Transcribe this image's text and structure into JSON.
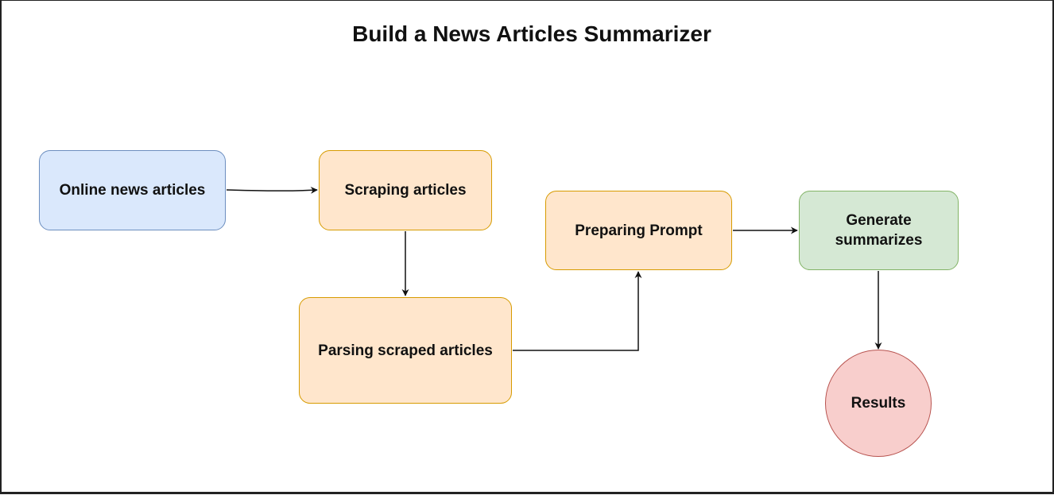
{
  "title": "Build a News Articles Summarizer",
  "nodes": {
    "online": "Online news articles",
    "scraping": "Scraping articles",
    "parsing": "Parsing scraped articles",
    "prompt": "Preparing Prompt",
    "generate": "Generate summarizes",
    "results": "Results"
  },
  "colors": {
    "blue_fill": "#dae8fc",
    "blue_stroke": "#6c8ebf",
    "orange_fill": "#ffe6cc",
    "orange_stroke": "#d79b00",
    "green_fill": "#d5e8d4",
    "green_stroke": "#82b366",
    "red_fill": "#f8cecc",
    "red_stroke": "#b85450",
    "edge": "#111111"
  }
}
